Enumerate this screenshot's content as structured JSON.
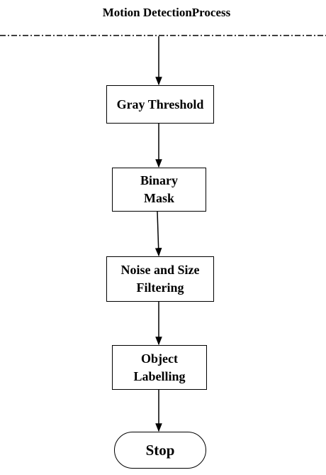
{
  "diagram": {
    "title": "Motion DetectionProcess",
    "nodes": [
      {
        "id": "gray-threshold",
        "shape": "rectangle",
        "lines": [
          "Gray Threshold"
        ]
      },
      {
        "id": "binary-mask",
        "shape": "rectangle",
        "lines": [
          "Binary",
          "Mask"
        ]
      },
      {
        "id": "noise-size-filtering",
        "shape": "rectangle",
        "lines": [
          "Noise and Size",
          "Filtering"
        ]
      },
      {
        "id": "object-labelling",
        "shape": "rectangle",
        "lines": [
          "Object",
          "Labelling"
        ]
      },
      {
        "id": "stop",
        "shape": "terminator",
        "lines": [
          "Stop"
        ]
      }
    ],
    "edges": [
      {
        "from": "entry",
        "to": "gray-threshold"
      },
      {
        "from": "gray-threshold",
        "to": "binary-mask"
      },
      {
        "from": "binary-mask",
        "to": "noise-size-filtering"
      },
      {
        "from": "noise-size-filtering",
        "to": "object-labelling"
      },
      {
        "from": "object-labelling",
        "to": "stop"
      }
    ],
    "colors": {
      "stroke": "#000000",
      "background": "#ffffff"
    }
  }
}
